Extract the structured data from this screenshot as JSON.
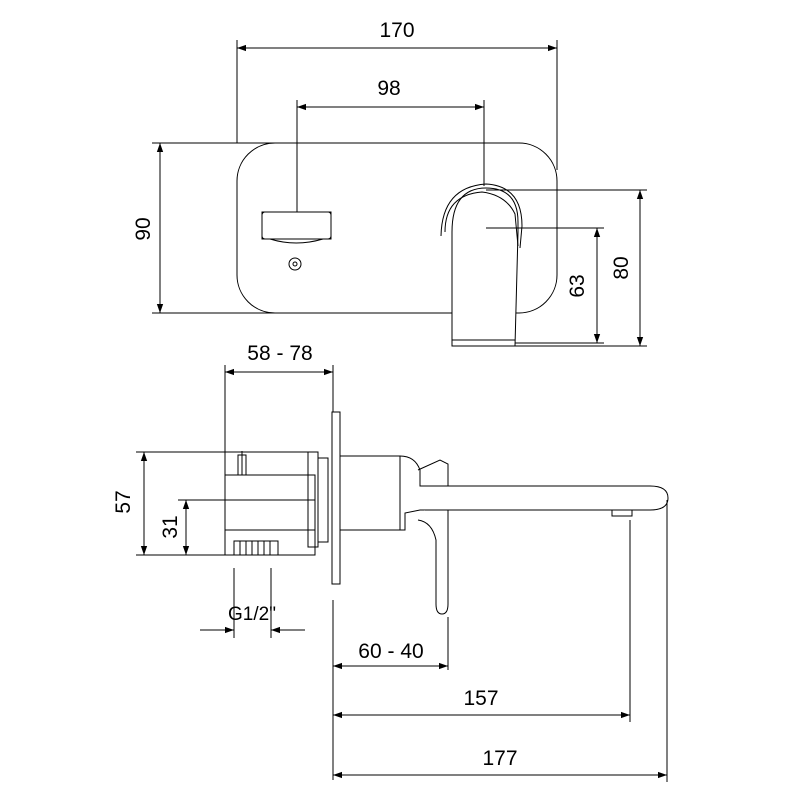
{
  "dimensions": {
    "overall_width": "170",
    "handle_spacing": "98",
    "plate_height": "90",
    "spout_outlet_height": "63",
    "spout_body_height": "80",
    "wall_thickness_range": "58 - 78",
    "body_height": "57",
    "inlet_height": "31",
    "thread": "G1/2\"",
    "handle_projection": "60 - 40",
    "spout_outlet_projection": "157",
    "overall_projection": "177"
  }
}
